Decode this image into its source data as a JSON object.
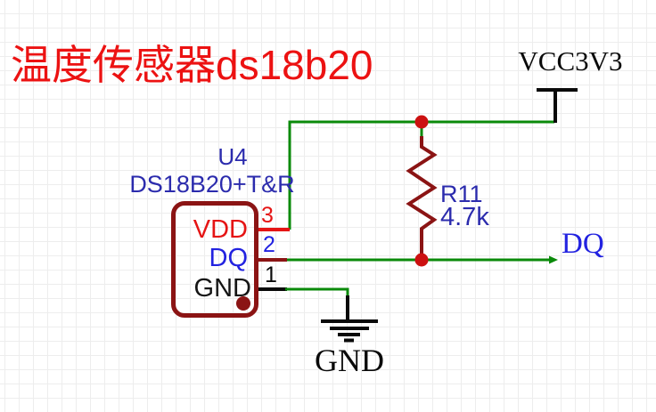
{
  "title": "温度传感器ds18b20",
  "colors": {
    "title_red": "#ec1212",
    "navy": "#2b2bad",
    "blue": "#2222e0",
    "red": "#e51414",
    "maroon": "#8b1414",
    "wire_green": "#0a8a0a",
    "junction_red": "#cc1111",
    "black": "#0a0a0a",
    "grid": "#ededed"
  },
  "power": {
    "vcc_label": "VCC3V3",
    "gnd_label": "GND"
  },
  "component": {
    "designator": "U4",
    "part": "DS18B20+T&R",
    "pins": [
      {
        "number": "3",
        "name": "VDD"
      },
      {
        "number": "2",
        "name": "DQ"
      },
      {
        "number": "1",
        "name": "GND"
      }
    ]
  },
  "resistor": {
    "designator": "R11",
    "value": "4.7k"
  },
  "net_labels": {
    "dq": "DQ"
  }
}
